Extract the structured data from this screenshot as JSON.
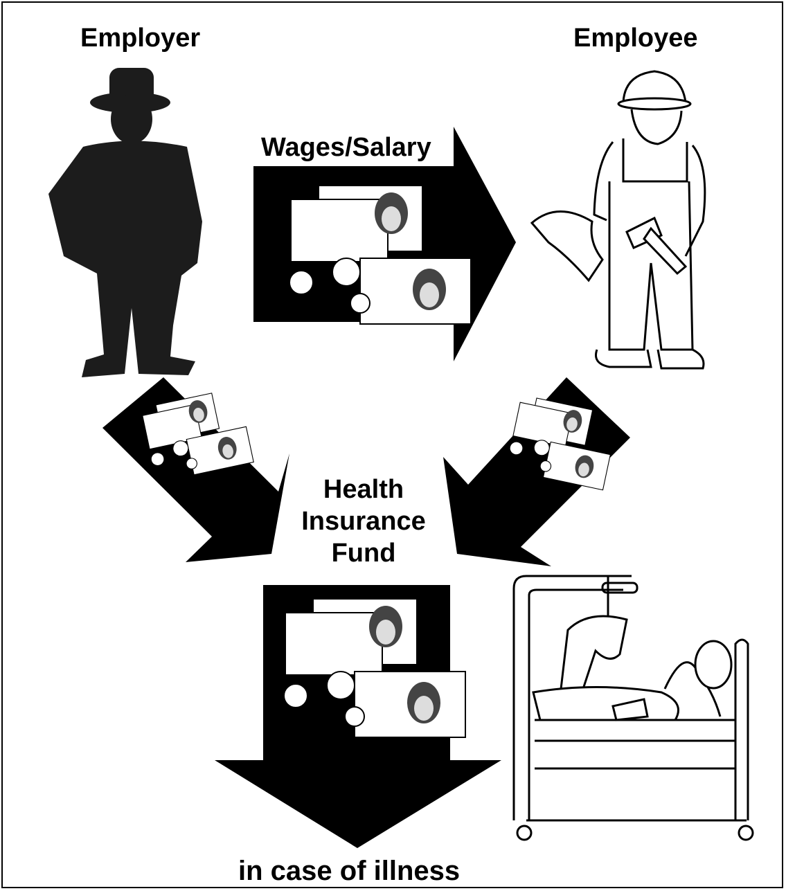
{
  "labels": {
    "employer": "Employer",
    "employee": "Employee",
    "wages": "Wages/Salary",
    "fund_line1": "Health",
    "fund_line2": "Insurance",
    "fund_line3": "Fund",
    "illness": "in case of illness"
  },
  "icons": [
    "employer-silhouette",
    "employee-worker",
    "banknotes",
    "patient-in-bed"
  ],
  "colors": {
    "ink": "#000000",
    "paper": "#ffffff",
    "silhouette": "#1c1c1c"
  }
}
